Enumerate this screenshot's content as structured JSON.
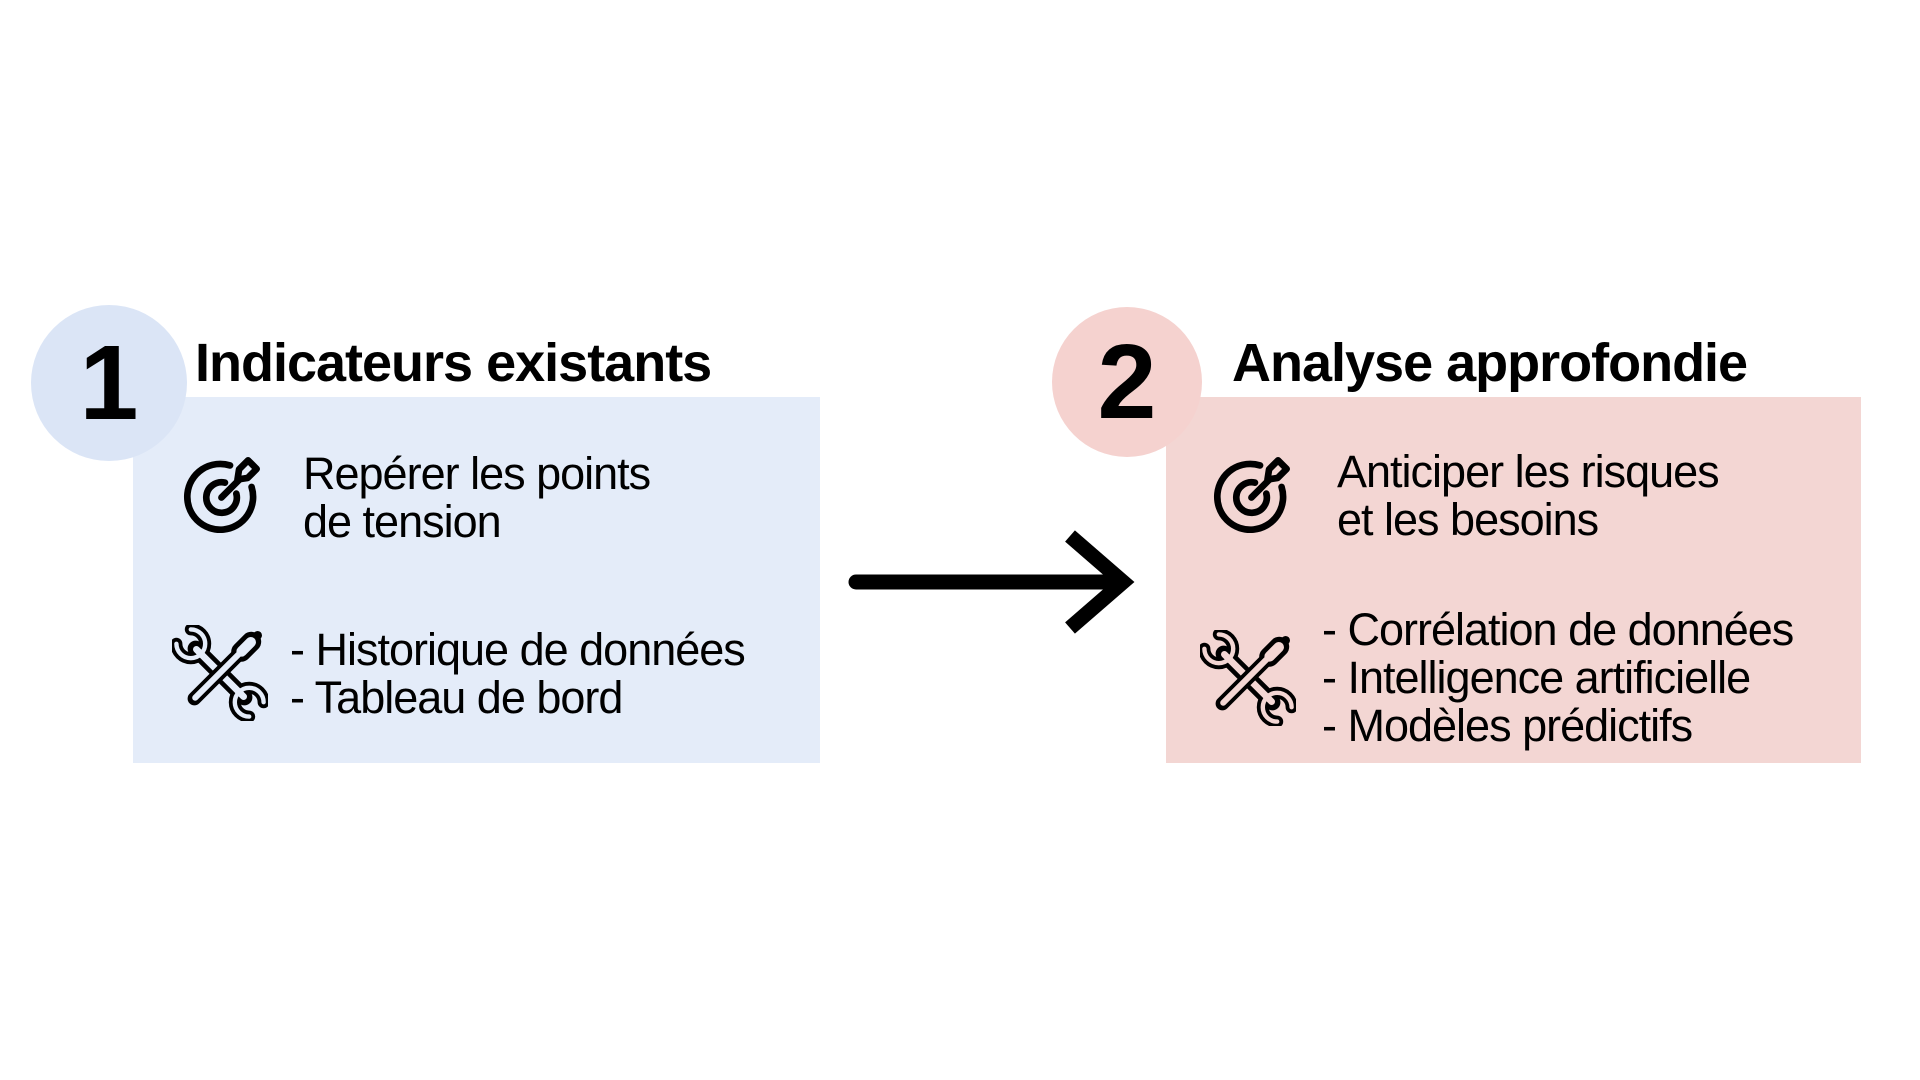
{
  "background_color": "#ffffff",
  "text_color": "#000000",
  "arrow": {
    "color": "#000000",
    "direction": "right"
  },
  "steps": [
    {
      "number": "1",
      "title": "Indicateurs existants",
      "circle_color": "#dbe5f6",
      "box_color": "#e4ecf9",
      "items": [
        {
          "icon": "target-dart-icon",
          "lines": [
            "Repérer les points",
            "de tension"
          ]
        },
        {
          "icon": "wrench-screwdriver-icon",
          "lines": [
            "- Historique de données",
            "- Tableau de bord"
          ]
        }
      ]
    },
    {
      "number": "2",
      "title": "Analyse approfondie",
      "circle_color": "#f5d2cf",
      "box_color": "#f3d6d3",
      "items": [
        {
          "icon": "target-dart-icon",
          "lines": [
            "Anticiper les risques",
            "et les besoins"
          ]
        },
        {
          "icon": "wrench-screwdriver-icon",
          "lines": [
            "- Corrélation de données",
            "- Intelligence artificielle",
            "- Modèles prédictifs"
          ]
        }
      ]
    }
  ]
}
